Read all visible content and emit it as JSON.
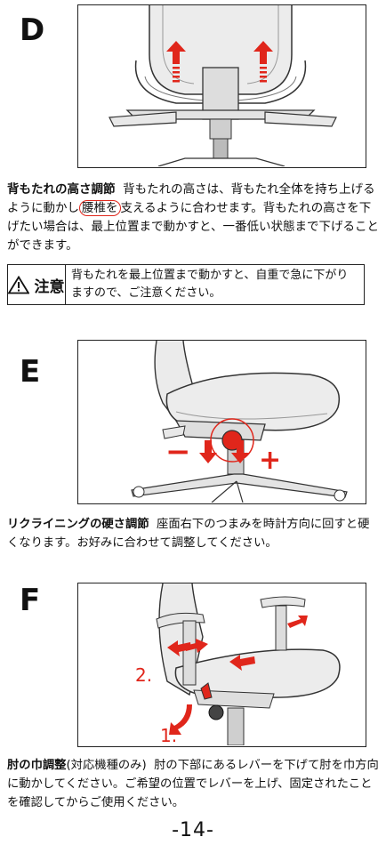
{
  "sections": [
    {
      "letter": "D",
      "title": "背もたれの高さ調節",
      "text_a": "背もたれの高さは、背もたれ全体を持ち上げるように動かし",
      "text_circled": "腰椎を",
      "text_b": "支えるように合わせます。背もたれの高さを下げたい場合は、最上位置まで動かすと、一番低い状態まで下げることができます。"
    },
    {
      "letter": "E",
      "title": "リクライニングの硬さ調節",
      "text": "座面右下のつまみを時計方向に回すと硬くなります。お好みに合わせて調整してください。",
      "minus": "−",
      "plus": "+"
    },
    {
      "letter": "F",
      "title": "肘の巾調整",
      "title_suffix": "(対応機種のみ)",
      "text": "肘の下部にあるレバーを下げて肘を巾方向に動かしてください。ご希望の位置でレバーを上げ、固定されたことを確認してからご使用ください。",
      "step1": "1.",
      "step2": "2."
    }
  ],
  "caution": {
    "label": "注意",
    "text": "背もたれを最上位置まで動かすと、自重で急に下がりますので、ご注意ください。"
  },
  "page_number": "-14-",
  "colors": {
    "accent_red": "#e0261b",
    "line": "#222222",
    "chair_fill": "#e9e9e9"
  }
}
